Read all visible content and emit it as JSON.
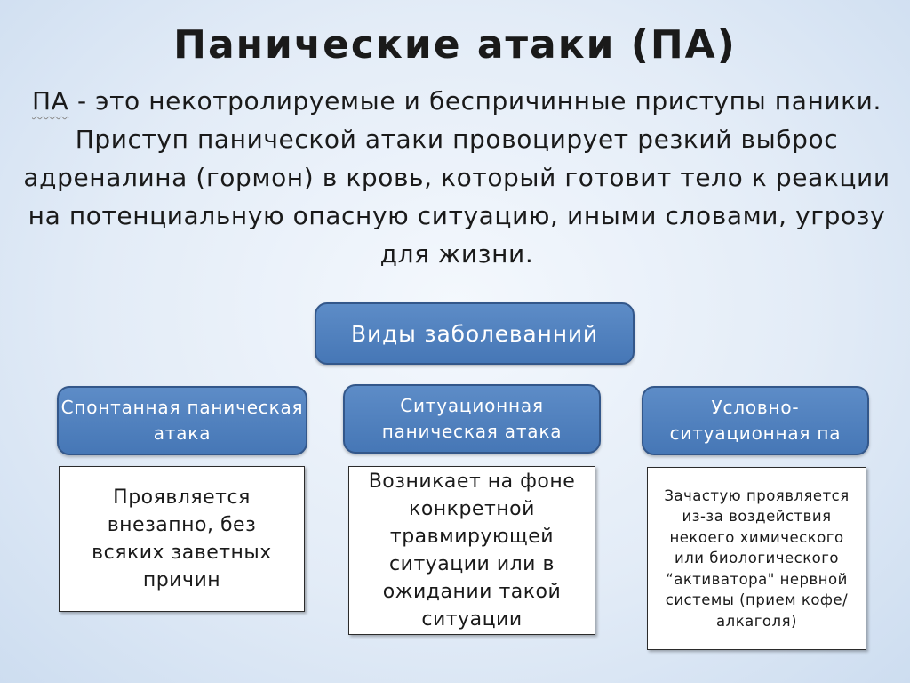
{
  "slide": {
    "title": "Панические атаки (ПА)",
    "intro_abbr": "ПА",
    "intro_text": " - это некотролируемые и беспричинные приступы паники.  Приступ панической атаки провоцирует резкий выброс адреналина (гормон) в кровь, который готовит тело к реакции на потенциальную опасную ситуацию, иными словами,  угрозу для жизни."
  },
  "diagram": {
    "root_label": "Виды заболеванний",
    "categories": [
      {
        "label": "Спонтанная паническая атака",
        "description": "Проявляется внезапно,  без всяких заветных причин"
      },
      {
        "label": "Ситуационная паническая атака",
        "description": "Возникает на фоне конкретной травмирующей ситуации или в ожидании такой ситуации"
      },
      {
        "label": "Условно-ситуационная па",
        "description": "Зачастую проявляется из-за воздействия некоего химического или биологического “активатора\" нервной системы (прием кофе/алкаголя)"
      }
    ]
  }
}
